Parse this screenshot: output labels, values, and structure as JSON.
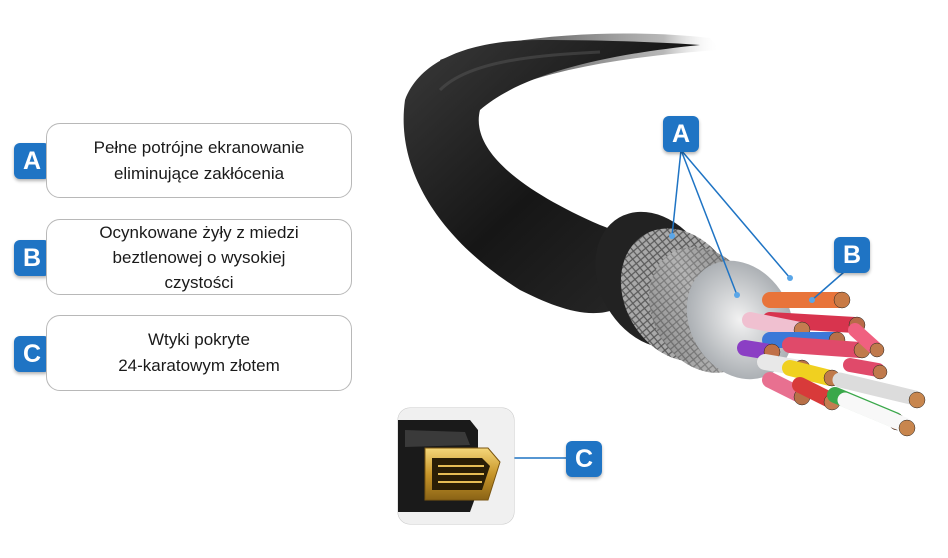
{
  "features": [
    {
      "badge": "A",
      "lines": [
        "Pełne potrójne ekranowanie",
        "eliminujące zakłócenia"
      ]
    },
    {
      "badge": "B",
      "lines": [
        "Ocynkowane żyły  z miedzi",
        "beztlenowej o wysokiej",
        "czystości"
      ]
    },
    {
      "badge": "C",
      "lines": [
        "Wtyki pokryte",
        "24-karatowym złotem"
      ]
    }
  ],
  "callouts": {
    "a": "A",
    "b": "B",
    "c": "C"
  },
  "colors": {
    "accent": "#1f74c4",
    "cable_jacket": "#1b1b1b",
    "gold": "#d4a437"
  },
  "icons": {
    "cable": "hdmi-cable-cross-section",
    "connector": "hdmi-gold-plug"
  }
}
